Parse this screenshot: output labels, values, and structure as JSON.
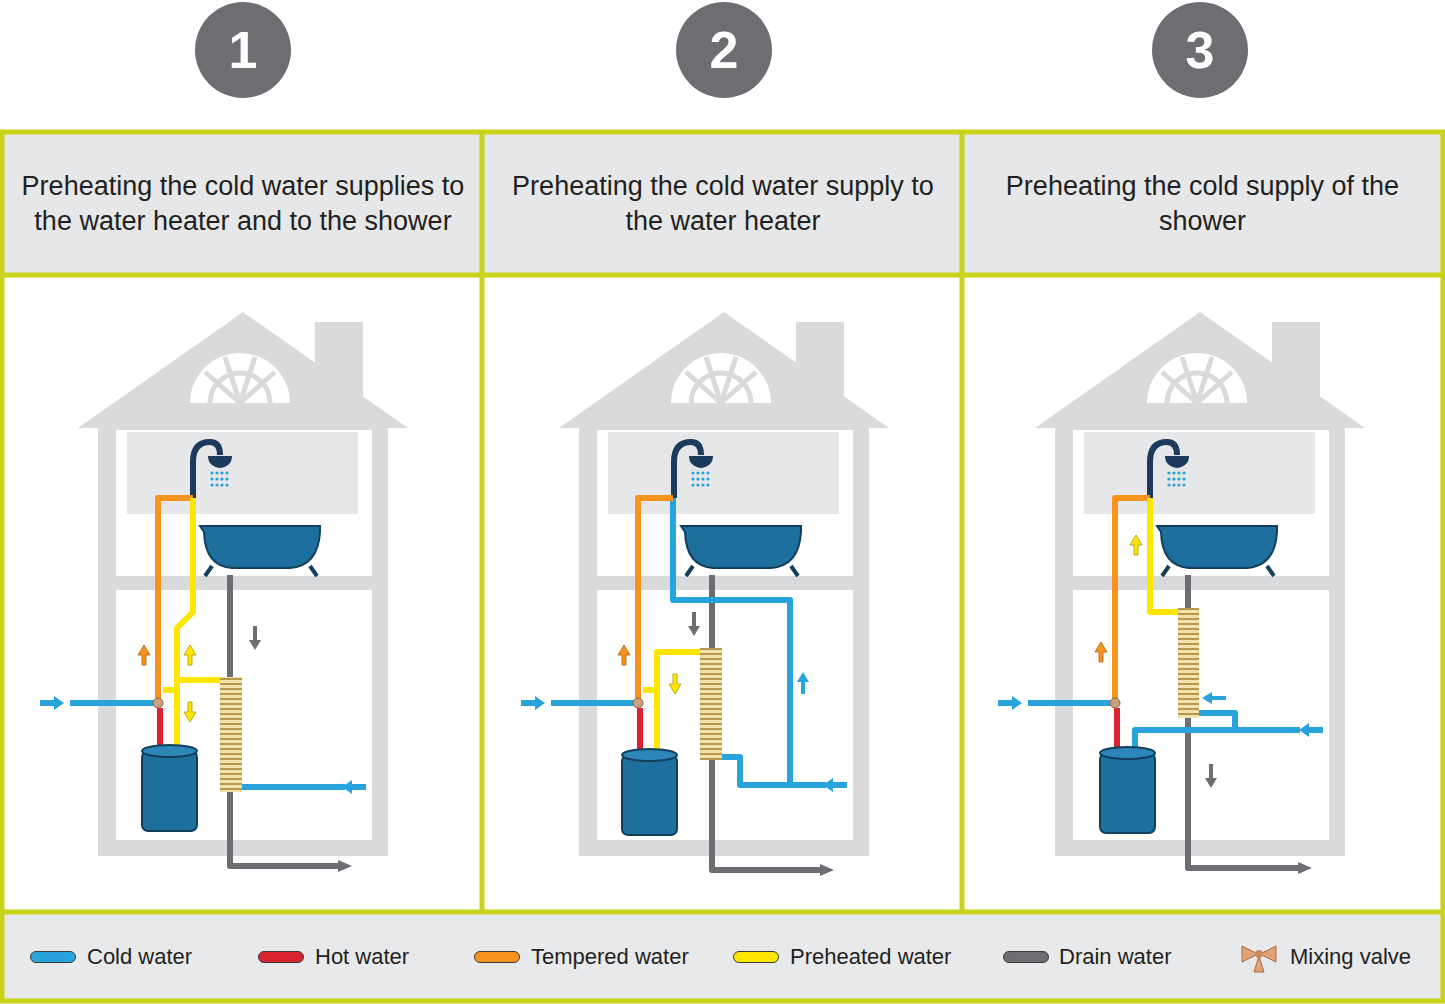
{
  "diagram": {
    "nodes": [
      {
        "text": [
          "1"
        ]
      },
      {
        "text": [
          "2"
        ]
      },
      {
        "text": [
          "3"
        ]
      },
      {
        "text": [
          "Preheating the cold water supplies to the water heater and to the shower"
        ]
      },
      {
        "text": [
          "Preheating the cold water supply to the water heater"
        ]
      },
      {
        "text": [
          "Preheating the cold supply of the shower"
        ]
      }
    ],
    "legend": [
      {
        "text": "Cold water",
        "color": "#29a3dc"
      },
      {
        "text": "Hot water",
        "color": "#d9232e"
      },
      {
        "text": "Tempered water",
        "color": "#f7941d"
      },
      {
        "text": "Preheated water",
        "color": "#ffe600"
      },
      {
        "text": "Drain water",
        "color": "#6d6e71"
      },
      {
        "text": "Mixing valve"
      }
    ]
  }
}
